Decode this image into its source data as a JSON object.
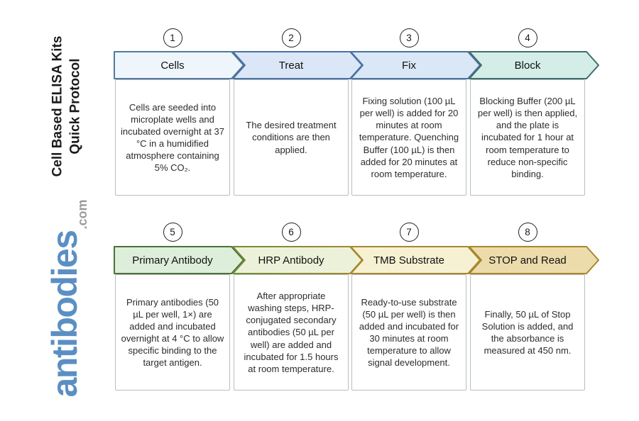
{
  "page": {
    "background": "#ffffff"
  },
  "sidebar": {
    "title_line1": "Cell Based ELISA Kits",
    "title_line2": "Quick Protocol",
    "brand": "antibodies",
    "brand_tld": ".com",
    "brand_color": "#5b8fc4",
    "tld_color": "#9b9b9b"
  },
  "steps": [
    {
      "number": "1",
      "label": "Cells",
      "description": "Cells are seeded into microplate wells and incubated overnight at 37 °C in a humidified atmosphere containing 5% CO₂.",
      "fill": "#eff6fb",
      "border": "#52799c"
    },
    {
      "number": "2",
      "label": "Treat",
      "description": "The desired treatment conditions are then applied.",
      "fill": "#dbe6f7",
      "border": "#4c70a4"
    },
    {
      "number": "3",
      "label": "Fix",
      "description": "Fixing solution (100 µL per well) is added for 20 minutes at room temperature. Quenching Buffer (100 µL) is then added for 20 minutes at room temperature.",
      "fill": "#d9e7f6",
      "border": "#4a72a0"
    },
    {
      "number": "4",
      "label": "Block",
      "description": "Blocking Buffer (200 µL per well) is then applied, and the plate is incubated for 1 hour at room temperature to reduce non-specific binding.",
      "fill": "#d5ede7",
      "border": "#3f6d6d"
    },
    {
      "number": "5",
      "label": "Primary Antibody",
      "description": "Primary antibodies (50 µL per well, 1×) are added and incubated overnight at 4 °C to allow specific binding to the target antigen.",
      "fill": "#ddeeda",
      "border": "#4c7136"
    },
    {
      "number": "6",
      "label": "HRP Antibody",
      "description": "After appropriate washing steps, HRP-conjugated secondary antibodies (50 µL per well) are added and incubated for 1.5 hours at room temperature.",
      "fill": "#ecf2da",
      "border": "#6f8c3a",
      "border2": "#a8872d"
    },
    {
      "number": "7",
      "label": "TMB Substrate",
      "description": "Ready-to-use substrate (50 µL per well) is then added and incubated for 30 minutes at room temperature to allow signal development.",
      "fill": "#f6f1d3",
      "border": "#a8872d"
    },
    {
      "number": "8",
      "label": "STOP and Read",
      "description": "Finally, 50 µL of Stop Solution is added, and the absorbance is measured at 450 nm.",
      "fill": "#ecdcab",
      "border": "#a8872d"
    }
  ]
}
